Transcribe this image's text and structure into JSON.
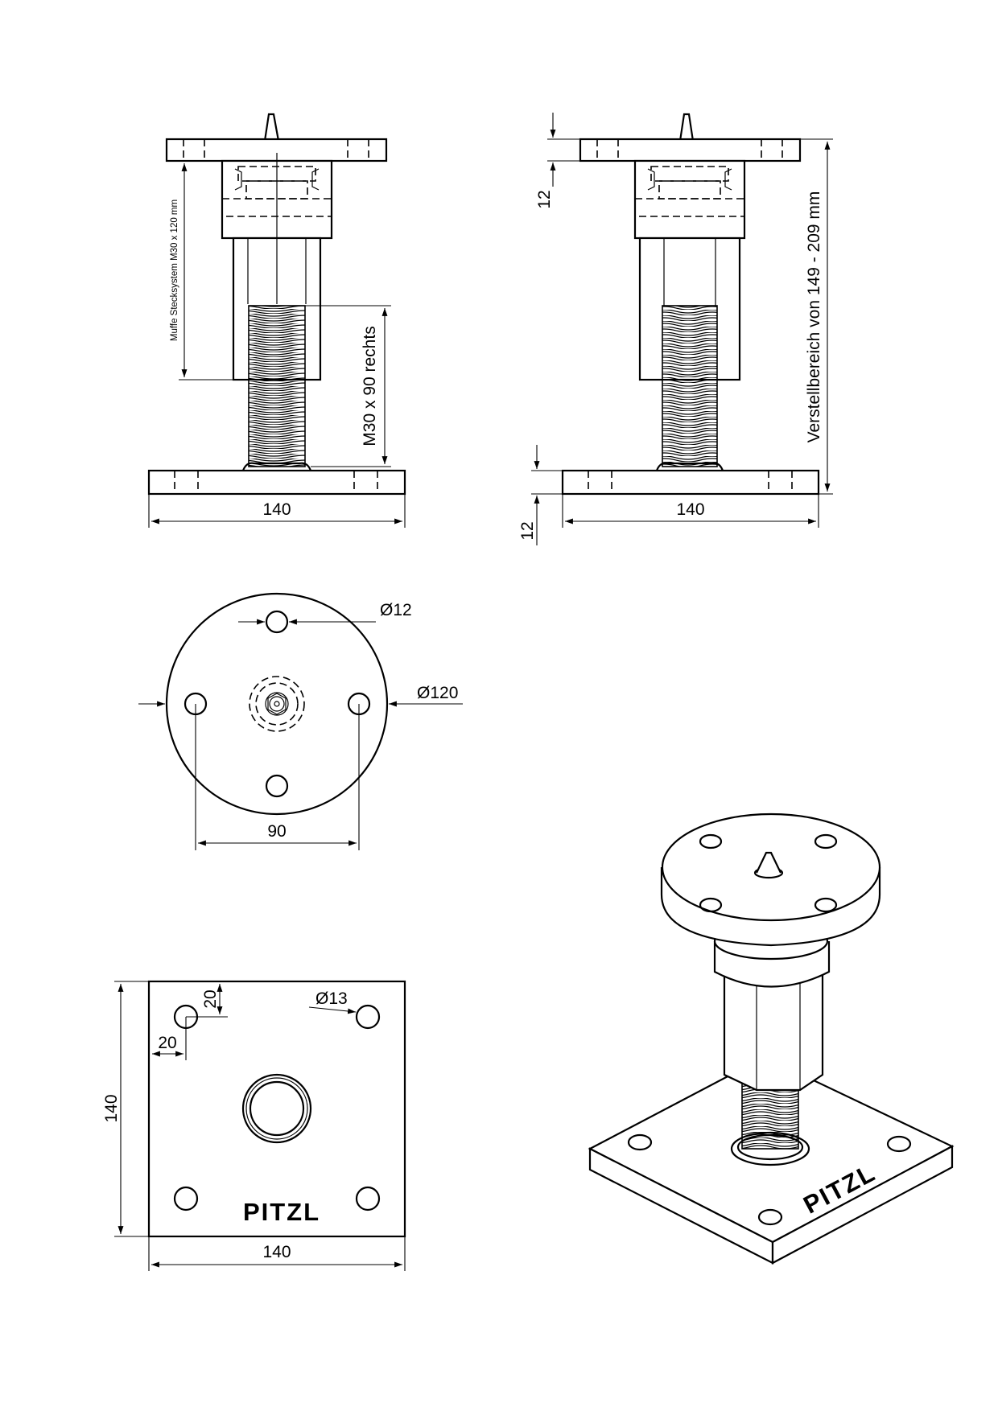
{
  "drawing": {
    "manufacturer_mark": "PITZL",
    "front_view": {
      "base_width": "140",
      "socket_label": "Muffe Stecksystem M30 x 120 mm",
      "thread_label": "M30 x 90 rechts"
    },
    "side_view": {
      "top_plate_thickness": "12",
      "base_plate_thickness": "12",
      "base_width": "140",
      "adjustment_label": "Verstellbereich von 149 - 209 mm"
    },
    "top_plate_view": {
      "hole_diameter": "Ø12",
      "plate_diameter": "Ø120",
      "hole_spacing": "90"
    },
    "base_plate_view": {
      "height": "140",
      "width": "140",
      "hole_offset_x": "20",
      "hole_offset_y": "20",
      "hole_diameter": "Ø13",
      "mark": "PITZL"
    },
    "isometric_view": {
      "mark": "PITZL"
    }
  }
}
